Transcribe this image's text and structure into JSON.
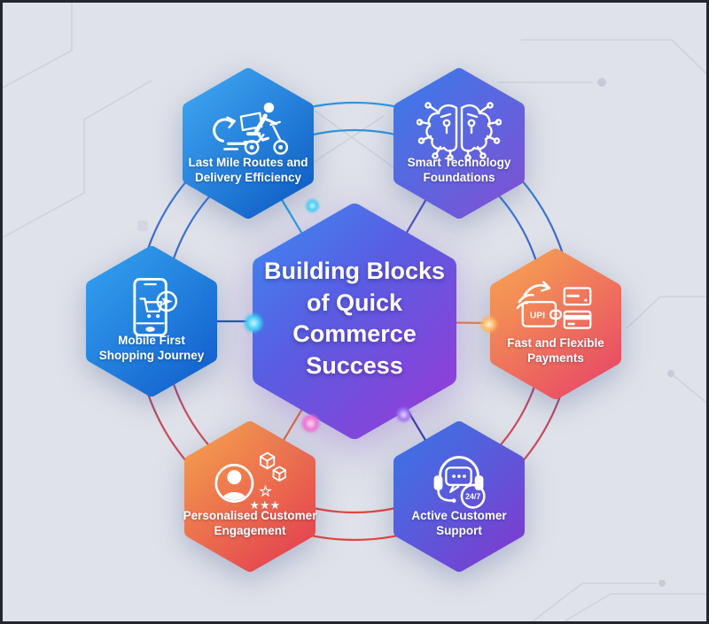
{
  "page": {
    "type": "infographic-diagram"
  },
  "center": {
    "title": "Building Blocks of Quick Commerce Success",
    "lines": [
      "Building Blocks",
      "of Quick",
      "Commerce",
      "Success"
    ],
    "gradient_from": "#3f86f0",
    "gradient_mid": "#5a5ce2",
    "gradient_to": "#8f3fd8"
  },
  "nodes": [
    {
      "key": "last-mile-delivery",
      "position": "top-left",
      "label": "Last Mile Routes and Delivery Efficiency",
      "icon": "delivery-scooter-icon",
      "gradient_from": "#3fa6f1",
      "gradient_to": "#1161c7"
    },
    {
      "key": "smart-technology",
      "position": "top-right",
      "label": "Smart Technology Foundations",
      "icon": "ai-brain-circuit-icon",
      "gradient_from": "#3c79e9",
      "gradient_to": "#7a54d5"
    },
    {
      "key": "fast-flexible-payments",
      "position": "right",
      "label": "Fast and Flexible Payments",
      "icon": "upi-wallet-cards-icon",
      "icon_text": "UPI",
      "gradient_from": "#f7a451",
      "gradient_to": "#e95164"
    },
    {
      "key": "active-customer-support",
      "position": "bottom-right",
      "label": "Active Customer Support",
      "icon": "headset-24-7-icon",
      "icon_text": "24/7",
      "gradient_from": "#3a76e7",
      "gradient_to": "#7a3ed0"
    },
    {
      "key": "personalised-engagement",
      "position": "bottom-left",
      "label": "Personalised Customer Engagement",
      "icon": "customer-profile-stars-icon",
      "icon_star_outline": "☆",
      "icon_stars_filled": "★★★",
      "gradient_from": "#f5a04d",
      "gradient_to": "#e5494f"
    },
    {
      "key": "mobile-first-shopping",
      "position": "left",
      "label": "Mobile First Shopping Journey",
      "icon": "mobile-cart-icon",
      "gradient_from": "#33a0ee",
      "gradient_to": "#1463cf"
    }
  ],
  "connections": {
    "ring_gradient": [
      "#2f96dd",
      "#4a55c8",
      "#cb4a5e",
      "#e2463e"
    ],
    "spoke_colors": {
      "to_last_mile": "#2aa0e2",
      "to_smart_technology": "#4a55c8",
      "to_payments": "#e8823f",
      "to_support": "#3a3fae",
      "to_personalised": "#e2703c",
      "to_mobile": "#2b55b4"
    }
  },
  "background": {
    "color": "#dfe2e9",
    "border_color": "#23272f",
    "circuit_trace_color": "#cdd2dd"
  }
}
